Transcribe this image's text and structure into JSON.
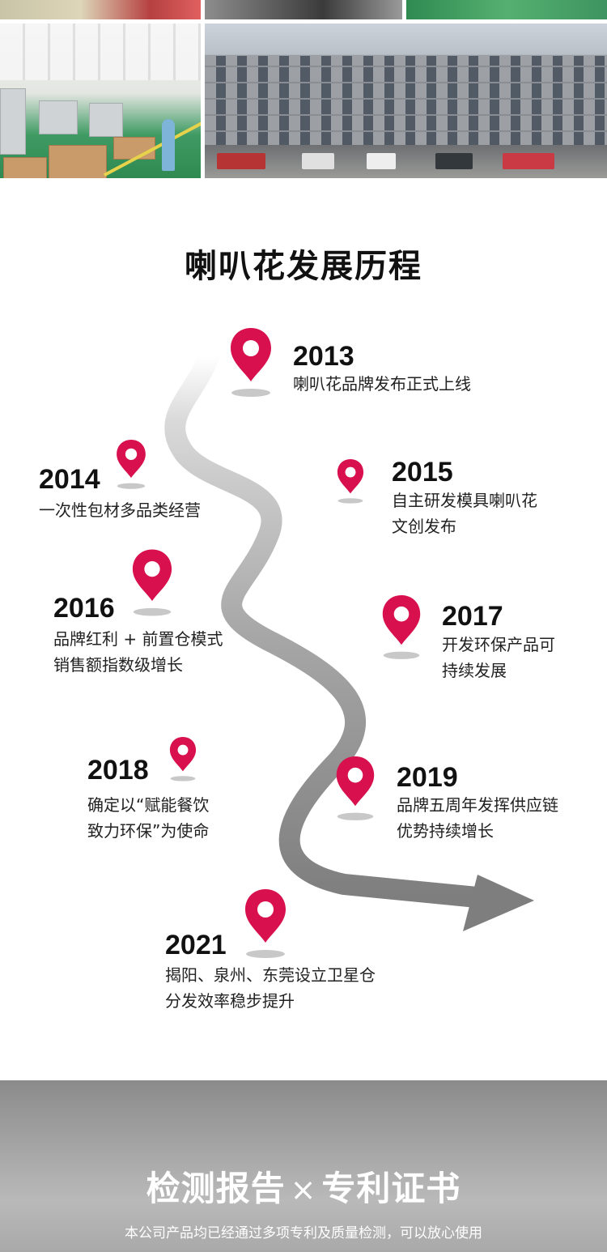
{
  "title": "喇叭花发展历程",
  "colors": {
    "pin": "#d8104e",
    "road": "#8c8c8c",
    "text": "#111111",
    "band": "#a4a4a4"
  },
  "milestones": [
    {
      "year": "2013",
      "lines": [
        "喇叭花品牌发布正式上线"
      ]
    },
    {
      "year": "2014",
      "lines": [
        "一次性包材多品类经营"
      ]
    },
    {
      "year": "2015",
      "lines": [
        "自主研发模具喇叭花",
        "文创发布"
      ]
    },
    {
      "year": "2016",
      "lines": [
        "品牌红利 + 前置仓模式",
        "销售额指数级增长"
      ]
    },
    {
      "year": "2017",
      "lines": [
        "开发环保产品可",
        "持续发展"
      ]
    },
    {
      "year": "2018",
      "lines": [
        "确定以“赋能餐饮",
        "致力环保”为使命"
      ]
    },
    {
      "year": "2019",
      "lines": [
        "品牌五周年发挥供应链",
        "优势持续增长"
      ]
    },
    {
      "year": "2021",
      "lines": [
        "揭阳、泉州、东莞设立卫星仓",
        "分发效率稳步提升"
      ]
    }
  ],
  "footer": {
    "title_left": "检测报告",
    "times": "×",
    "title_right": "专利证书",
    "subtitle": "本公司产品均已经通过多项专利及质量检测，可以放心使用"
  }
}
